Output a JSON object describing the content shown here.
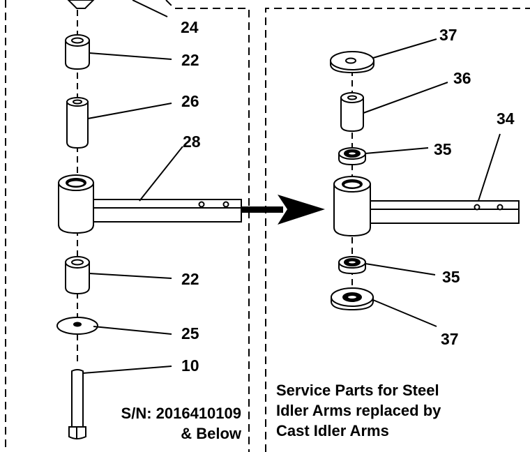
{
  "left_panel": {
    "callouts": {
      "c24": "24",
      "c22a": "22",
      "c26": "26",
      "c28": "28",
      "c22b": "22",
      "c25": "25",
      "c10": "10"
    },
    "serial_line1": "S/N: 2016410109",
    "serial_line2": "& Below"
  },
  "right_panel": {
    "callouts": {
      "c37a": "37",
      "c36": "36",
      "c34": "34",
      "c35a": "35",
      "c35b": "35",
      "c37b": "37"
    },
    "service_line1": "Service Parts for Steel",
    "service_line2": "Idler Arms replaced by",
    "service_line3": "Cast Idler Arms"
  },
  "colors": {
    "ink": "#000000",
    "paper": "#ffffff"
  }
}
